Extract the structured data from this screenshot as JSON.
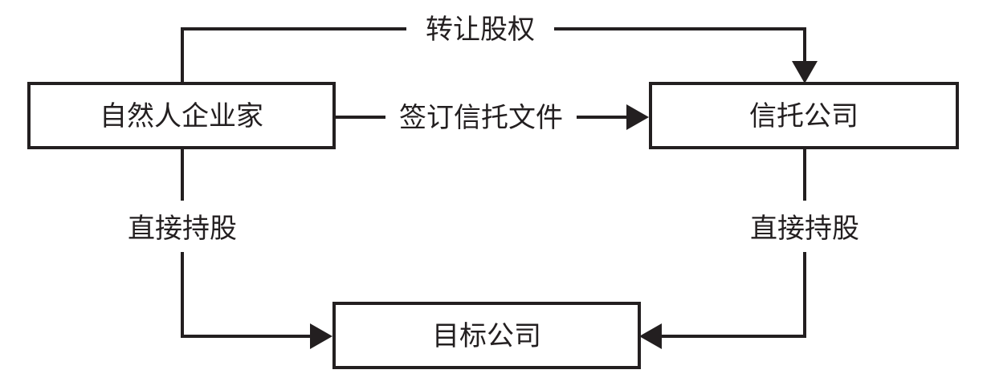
{
  "nodes": {
    "entrepreneur": "自然人企业家",
    "trust_company": "信托公司",
    "target_company": "目标公司"
  },
  "edges": {
    "transfer_equity": "转让股权",
    "sign_trust": "签订信托文件",
    "direct_hold_left": "直接持股",
    "direct_hold_right": "直接持股"
  },
  "colors": {
    "stroke": "#231f20",
    "background": "#ffffff"
  }
}
